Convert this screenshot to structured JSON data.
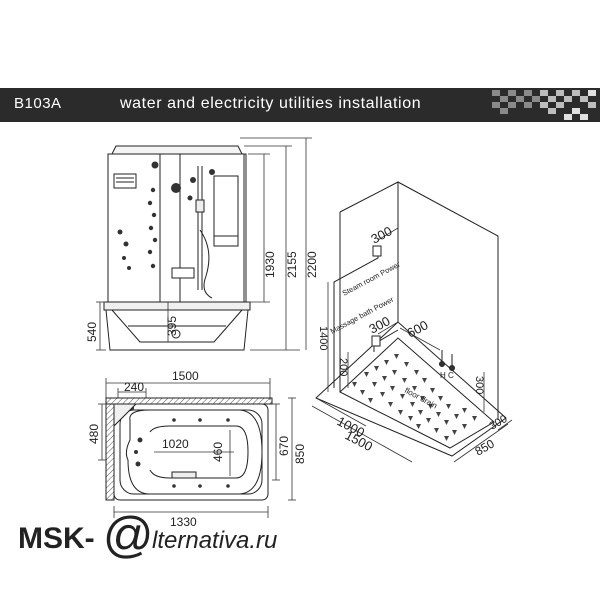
{
  "header": {
    "model": "B103A",
    "title": "water and electricity utilities installation"
  },
  "front_view": {
    "height_1930": "1930",
    "height_2155": "2155",
    "height_2200": "2200",
    "tray_540": "540",
    "seat_395": "395"
  },
  "top_view": {
    "width_1500": "1500",
    "width_240": "240",
    "depth_480": "480",
    "tub_1020": "1020",
    "tub_460": "460",
    "depth_670": "670",
    "depth_850": "850",
    "width_1330": "1330"
  },
  "install_view": {
    "steam_300": "300",
    "steam_label": "Steam room Power",
    "height_1400": "1400",
    "massage_label": "Massage bath Power",
    "massage_300": "300",
    "dist_600": "600",
    "dist_200": "200",
    "hc_label": "H C",
    "dist_300_right": "300",
    "floor_1000": "1000",
    "floor_1500": "1500",
    "floor_850": "850",
    "floor_300": "300",
    "floor_text": "floor drain"
  },
  "watermark": {
    "brand": "MSK-",
    "at_sign": "@",
    "site": "lternativa.ru"
  }
}
